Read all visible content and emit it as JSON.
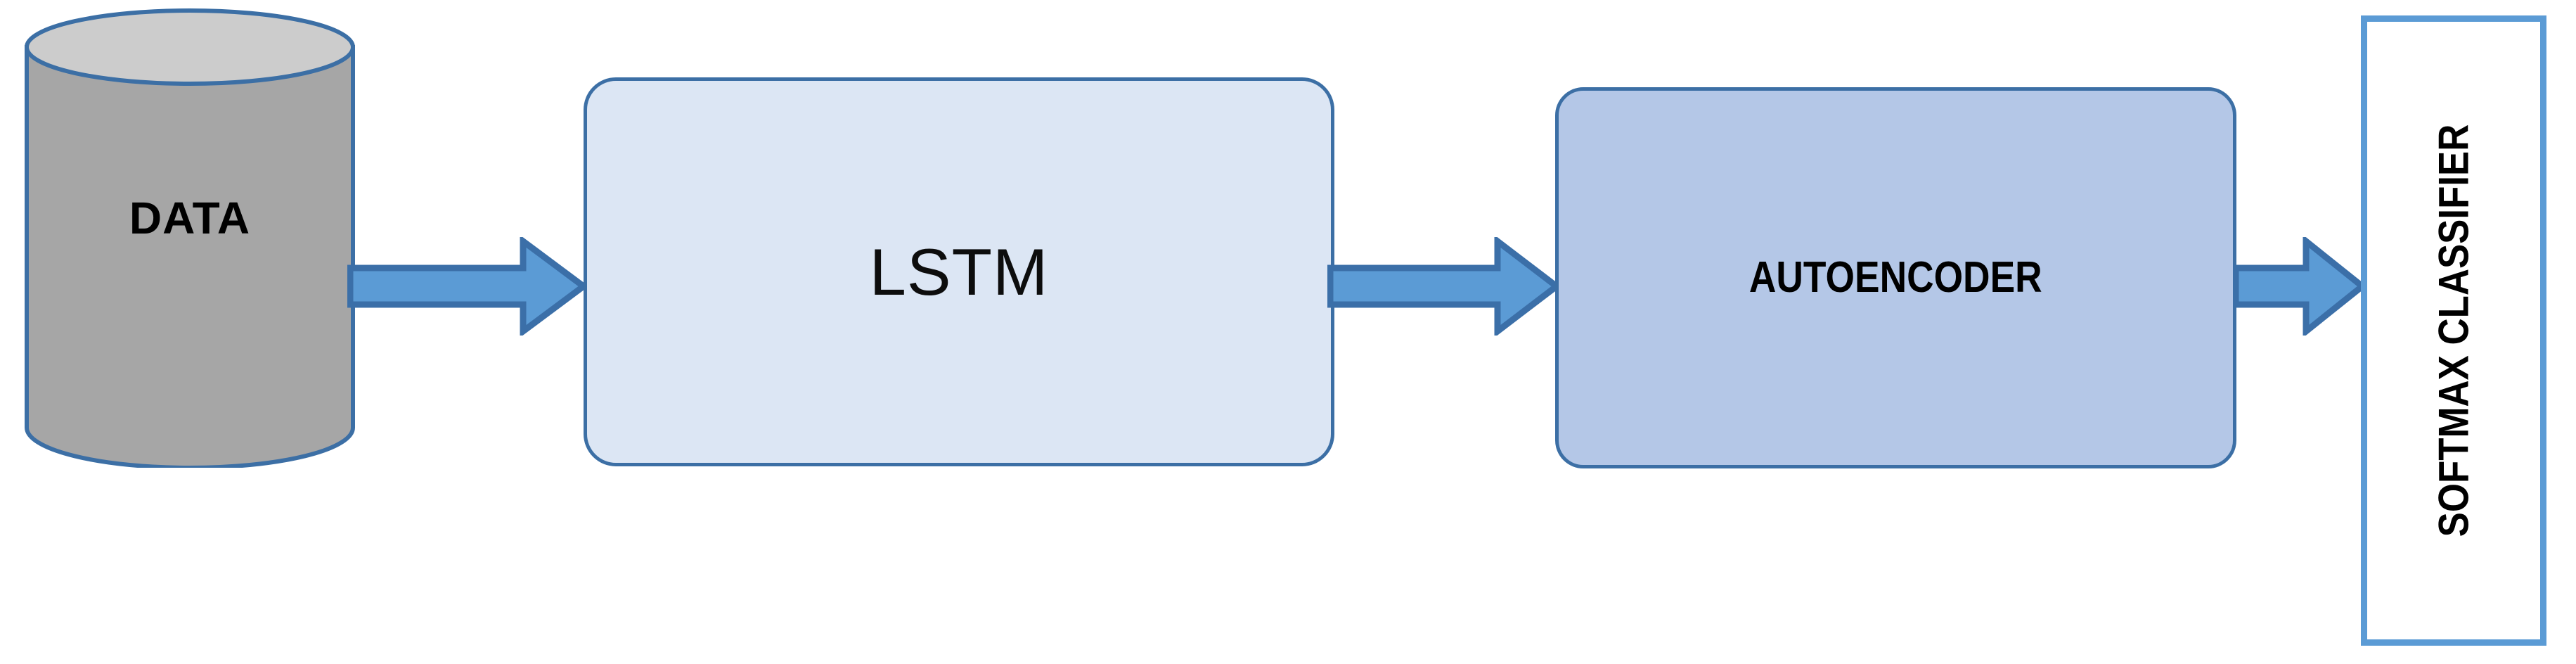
{
  "diagram": {
    "title": "LSTM Autoencoder Softmax Classifier Pipeline",
    "colors": {
      "cylinder_body": "#A6A6A6",
      "cylinder_top": "#CCCCCC",
      "shape_outline": "#3C6FA5",
      "lstm_fill": "#DCE6F4",
      "autoencoder_fill": "#B4C7E7",
      "softmax_border": "#5B9BD5",
      "arrow_fill": "#5B9BD5",
      "arrow_outline": "#3B6FA8",
      "background": "#FFFFFF",
      "text": "#000000"
    },
    "nodes": {
      "data": {
        "label": "DATA",
        "shape": "cylinder",
        "icon": "database-cylinder-icon"
      },
      "lstm": {
        "label": "LSTM",
        "shape": "rounded-rectangle"
      },
      "autoencoder": {
        "label": "AUTOENCODER",
        "shape": "rounded-rectangle"
      },
      "softmax": {
        "label": "SOFTMAX CLASSIFIER",
        "shape": "rectangle",
        "text_orientation": "vertical-bottom-to-top"
      }
    },
    "arrows": {
      "data_to_lstm": {
        "icon": "right-block-arrow-icon",
        "from": "DATA",
        "to": "LSTM"
      },
      "lstm_to_autoencoder": {
        "icon": "right-block-arrow-icon",
        "from": "LSTM",
        "to": "AUTOENCODER"
      },
      "autoencoder_to_softmax": {
        "icon": "right-block-arrow-icon",
        "from": "AUTOENCODER",
        "to": "SOFTMAX CLASSIFIER"
      }
    }
  }
}
